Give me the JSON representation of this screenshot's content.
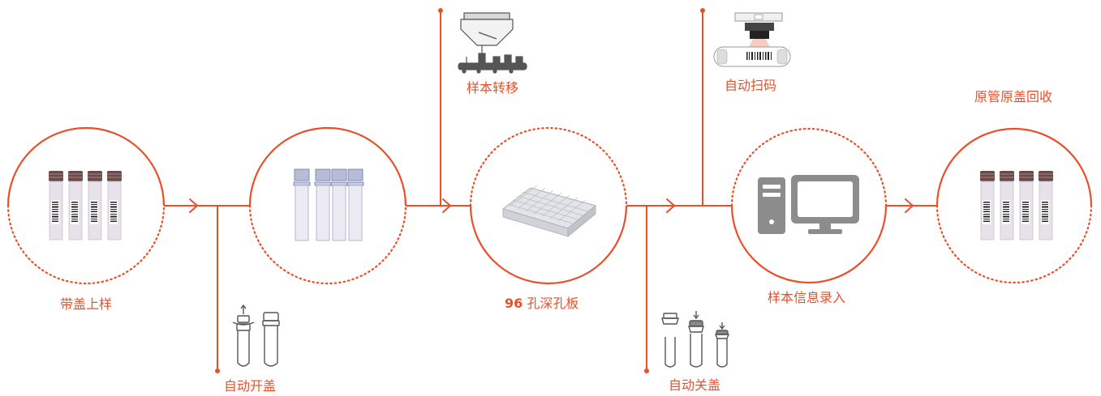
{
  "colors": {
    "accent": "#e8502a",
    "label": "#e8502a",
    "icon_gray": "#8c8c8c",
    "tube_cap": "#6b4a4a",
    "tube_body": "#e7e1ea"
  },
  "steps": {
    "capped_loading": {
      "label": "带盖上样",
      "icon": "capped-tubes-icon"
    },
    "auto_uncap": {
      "label": "自动开盖",
      "icon": "uncapped-tubes-icon"
    },
    "sample_transfer": {
      "label": "样本转移",
      "icon": "pipetting-robot-icon"
    },
    "deep_well_plate": {
      "label_num": "96",
      "label_text": " 孔深孔板",
      "icon": "deep-well-plate-icon"
    },
    "auto_scan": {
      "label": "自动扫码",
      "icon": "barcode-scanner-icon"
    },
    "auto_recap": {
      "label": "自动关盖",
      "icon": "recapping-tubes-icon"
    },
    "info_entry": {
      "label": "样本信息录入",
      "icon": "computer-icon"
    },
    "cap_recovery": {
      "label": "原管原盖回收",
      "icon": "capped-tubes-icon"
    }
  }
}
